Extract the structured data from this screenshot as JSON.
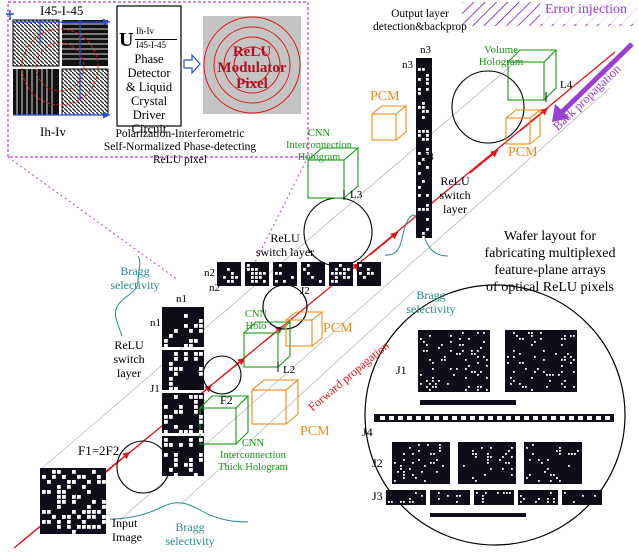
{
  "colors": {
    "bragg": "#2a8a8c",
    "hologram": "#159a15",
    "pcm": "#f08a1a",
    "error": "#9a3fd6",
    "beam": "#e0161b",
    "inset_border": "#c040c0"
  },
  "inset": {
    "label_top": "I45-I-45",
    "label_bottom": "Ih-Iv",
    "formula_u": "U",
    "formula_num": "Ih-Iv",
    "formula_den": "I45-I-45",
    "box_lines": [
      "Phase",
      "Detector",
      "& Liquid",
      "Crystal",
      "Driver",
      "Circuit"
    ],
    "modulator_label": [
      "ReLU",
      "Modulator",
      "Pixel"
    ],
    "caption": [
      "Polarization-Interferometric",
      "Self-Normalized Phase-detecting",
      "ReLU pixel"
    ]
  },
  "labels": {
    "output_layer": [
      "Output layer",
      "detection&backprop"
    ],
    "error_injection": "Error injection",
    "volume_hologram": [
      "Volume",
      "Hologram"
    ],
    "back_propagation": "Back propagation",
    "forward_propagation": "Forward propagation",
    "cnn_holo_top": [
      "CNN",
      "Interconnection",
      "Hologram"
    ],
    "cnn_holo_mid": [
      "CNN",
      "Holo"
    ],
    "cnn_holo_bottom": [
      "CNN",
      "Interconnection",
      "Thick Hologram"
    ],
    "relu_switch_right": [
      "ReLU",
      "switch",
      "layer"
    ],
    "relu_switch_mid": [
      "ReLU",
      "switch layer"
    ],
    "relu_switch_left": [
      "ReLU",
      "switch",
      "layer"
    ],
    "bragg": [
      "Bragg",
      "selectivity"
    ],
    "pcm": "PCM",
    "wafer_title": [
      "Wafer layout for",
      "fabricating multiplexed",
      "feature-plane arrays",
      "of optical ReLU pixels"
    ],
    "input_image": [
      "Input",
      "Image"
    ],
    "f_eq": "F1=2F2",
    "f2": "F2",
    "n1": "n1",
    "n2": "n2",
    "n3": "n3",
    "j1": "J1",
    "j2": "J2",
    "j3": "J3",
    "j4": "J4",
    "l2": "L2",
    "l3": "L3",
    "l4": "L4"
  }
}
